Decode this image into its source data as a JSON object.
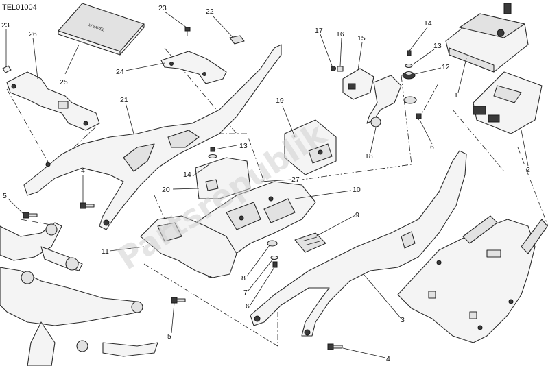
{
  "diagram": {
    "code": "TEL01004",
    "watermark": "Partsrepublik",
    "book_text": "XDIAVEL",
    "callouts": {
      "c23a": "23",
      "c26": "26",
      "c25": "25",
      "c23b": "23",
      "c22": "22",
      "c24": "24",
      "c21": "21",
      "c4a": "4",
      "c5a": "5",
      "c19": "19",
      "c17": "17",
      "c16": "16",
      "c15": "15",
      "c14a": "14",
      "c13a": "13",
      "c12": "12",
      "c1": "1",
      "c2": "2",
      "c6a": "6",
      "c18": "18",
      "c14b": "14",
      "c13b": "13",
      "c27": "27",
      "c20": "20",
      "c10": "10",
      "c9": "9",
      "c11": "11",
      "c8": "8",
      "c7": "7",
      "c6b": "6",
      "c5b": "5",
      "c3": "3",
      "c4b": "4"
    }
  }
}
